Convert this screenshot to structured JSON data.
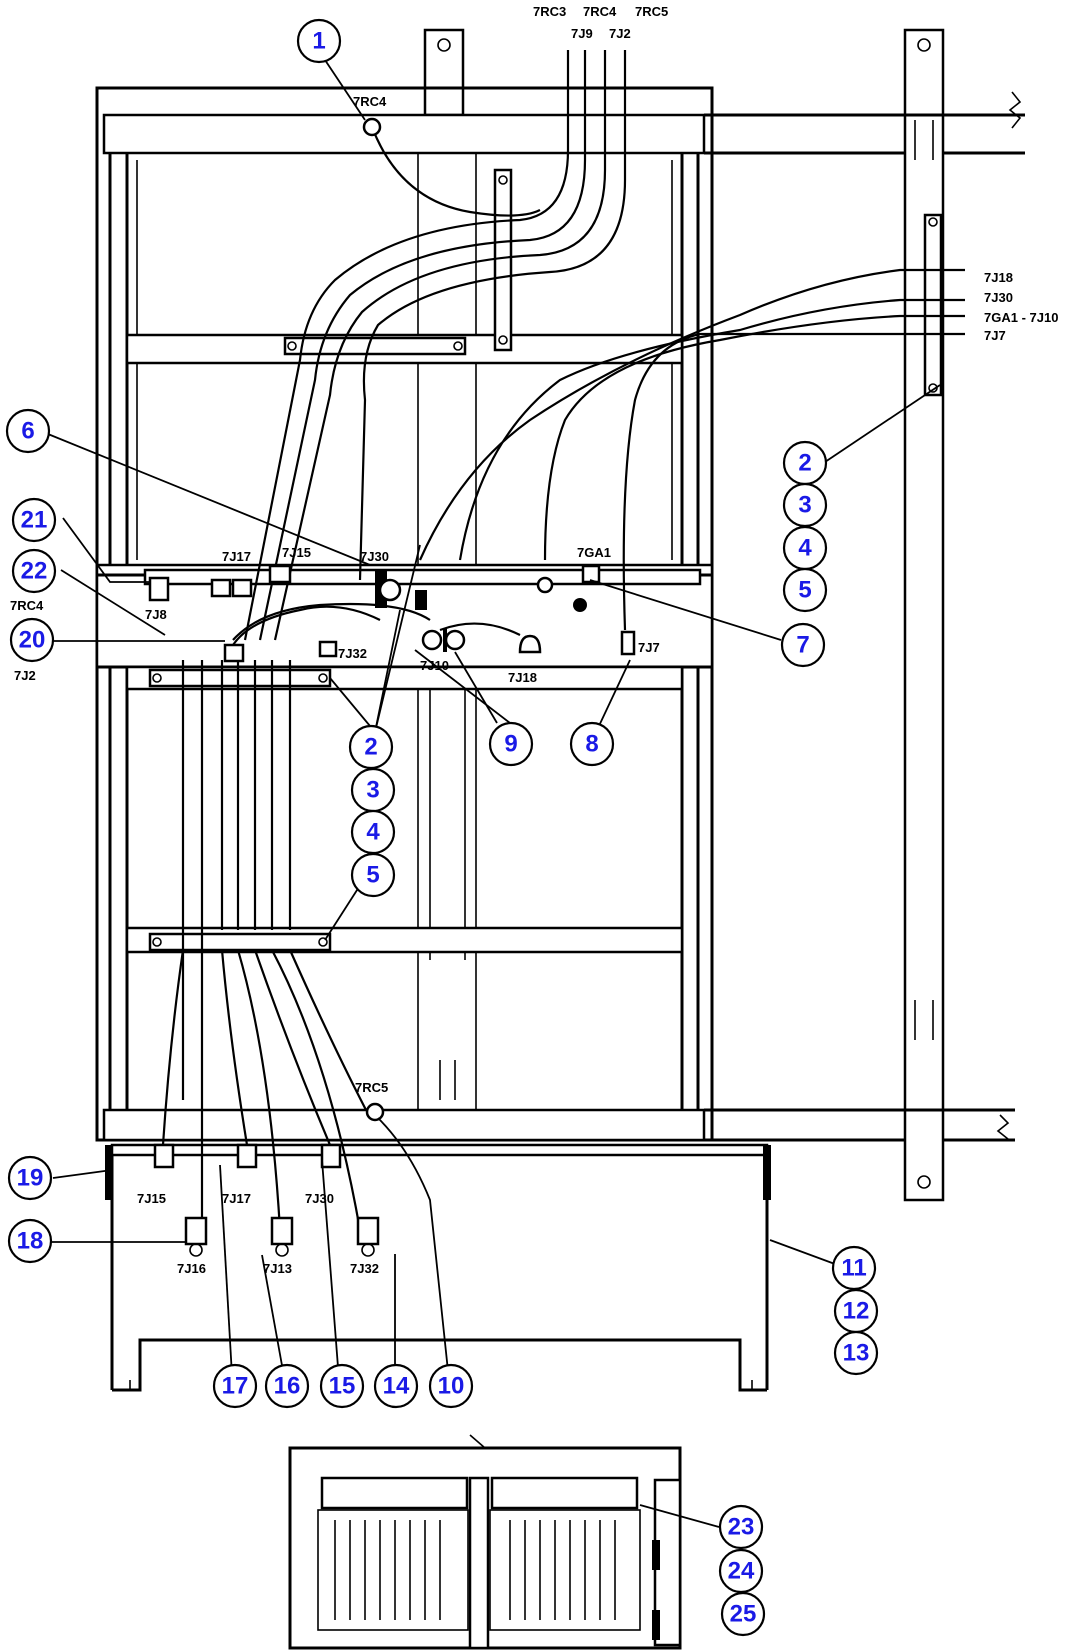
{
  "callouts": {
    "c1": "1",
    "c2a": "2",
    "c3a": "3",
    "c4a": "4",
    "c5a": "5",
    "c6": "6",
    "c7": "7",
    "c8": "8",
    "c9": "9",
    "c10": "10",
    "c11": "11",
    "c12": "12",
    "c13": "13",
    "c14": "14",
    "c15": "15",
    "c16": "16",
    "c17": "17",
    "c18": "18",
    "c19": "19",
    "c20": "20",
    "c21": "21",
    "c22": "22",
    "c23": "23",
    "c24": "24",
    "c25": "25",
    "c2b": "2",
    "c3b": "3",
    "c4b": "4",
    "c5b": "5"
  },
  "labels": {
    "top_7rc3": "7RC3",
    "top_7rc4": "7RC4",
    "top_7rc5": "7RC5",
    "top_7j9": "7J9",
    "top_7j2": "7J2",
    "rc4_top": "7RC4",
    "right_7j18": "7J18",
    "right_7j30": "7J30",
    "right_7ga1": "7GA1 - 7J10",
    "right_7j7": "7J7",
    "j17": "7J17",
    "j15": "7J15",
    "j30": "7J30",
    "ga1": "7GA1",
    "j8": "7J8",
    "rc4_left": "7RC4",
    "j2_left": "7J2",
    "j32": "7J32",
    "j10": "7J10",
    "j18": "7J18",
    "j7": "7J7",
    "rc5": "7RC5",
    "bot_j15": "7J15",
    "bot_j17": "7J17",
    "bot_j30": "7J30",
    "bot_j16": "7J16",
    "bot_j13": "7J13",
    "bot_j32": "7J32"
  }
}
